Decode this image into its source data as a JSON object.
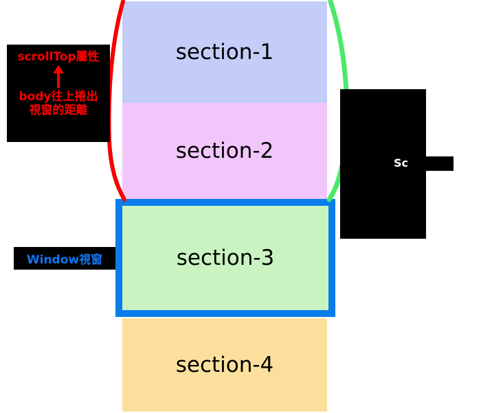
{
  "diagram": {
    "title": "scrollTop / Window viewport diagram",
    "background": "#ffffff"
  },
  "sections": [
    {
      "id": "section-1",
      "label": "section-1",
      "color": "#c3cdf7"
    },
    {
      "id": "section-2",
      "label": "section-2",
      "color": "#f2c6fb"
    },
    {
      "id": "section-3",
      "label": "section-3",
      "color": "#c9f4c2"
    },
    {
      "id": "section-4",
      "label": "section-4",
      "color": "#fbdf9c"
    }
  ],
  "viewport": {
    "border_color": "#0b7ceb",
    "contains": "section-3"
  },
  "callouts": {
    "scrolltop": {
      "line1": "scrollTop屬性",
      "line2": "body往上捲出",
      "line3": "視窗的距離",
      "text_color": "#fb0000",
      "background": "#000000",
      "arrow": "up-arrow"
    },
    "window": {
      "label": "Window視窗",
      "text_color": "#1177f2",
      "background": "#000000"
    },
    "scrollheight": {
      "label": "Sc",
      "text_color": "#ffffff",
      "background": "#000000",
      "note": "label largely occluded by black bar"
    }
  },
  "curves": {
    "left": {
      "name": "scroll-extent-left-curve",
      "color": "#f40000"
    },
    "right": {
      "name": "scroll-extent-right-curve",
      "color": "#4ce86b"
    }
  }
}
